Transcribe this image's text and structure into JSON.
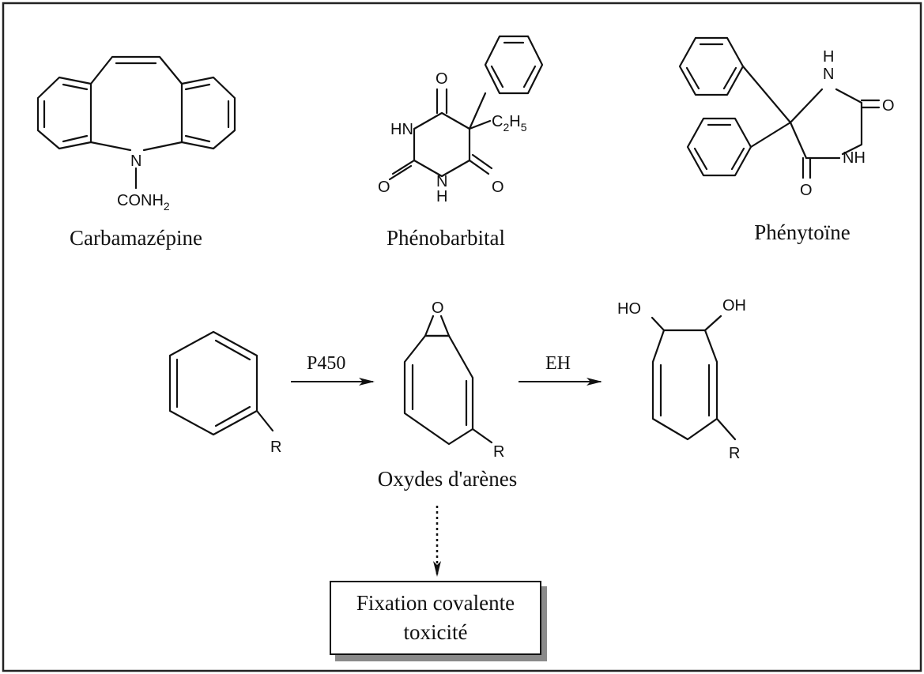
{
  "drugs": {
    "carbamazepine": {
      "name": "Carbamazépine",
      "n": "N",
      "conh2": "CONH",
      "sub2": "2"
    },
    "phenobarbital": {
      "name": "Phénobarbital",
      "o_top": "O",
      "hn": "HN",
      "c2h5_c": "C",
      "c2h5_2": "2",
      "c2h5_h": "H",
      "c2h5_5": "5",
      "o_left": "O",
      "nh_n": "N",
      "nh_h": "H",
      "o_right": "O"
    },
    "phenytoin": {
      "name": "Phénytoïne",
      "h": "H",
      "n": "N",
      "o_right": "O",
      "nh": "NH",
      "o_bottom": "O"
    }
  },
  "reaction": {
    "substrate_r": "R",
    "step1_label": "P450",
    "epoxide_o": "O",
    "epoxide_r": "R",
    "epoxide_name": "Oxydes d'arènes",
    "step2_label": "EH",
    "diol_ho": "HO",
    "diol_oh": "OH",
    "diol_r": "R"
  },
  "toxicity_box": {
    "line1": "Fixation covalente",
    "line2": "toxicité"
  }
}
